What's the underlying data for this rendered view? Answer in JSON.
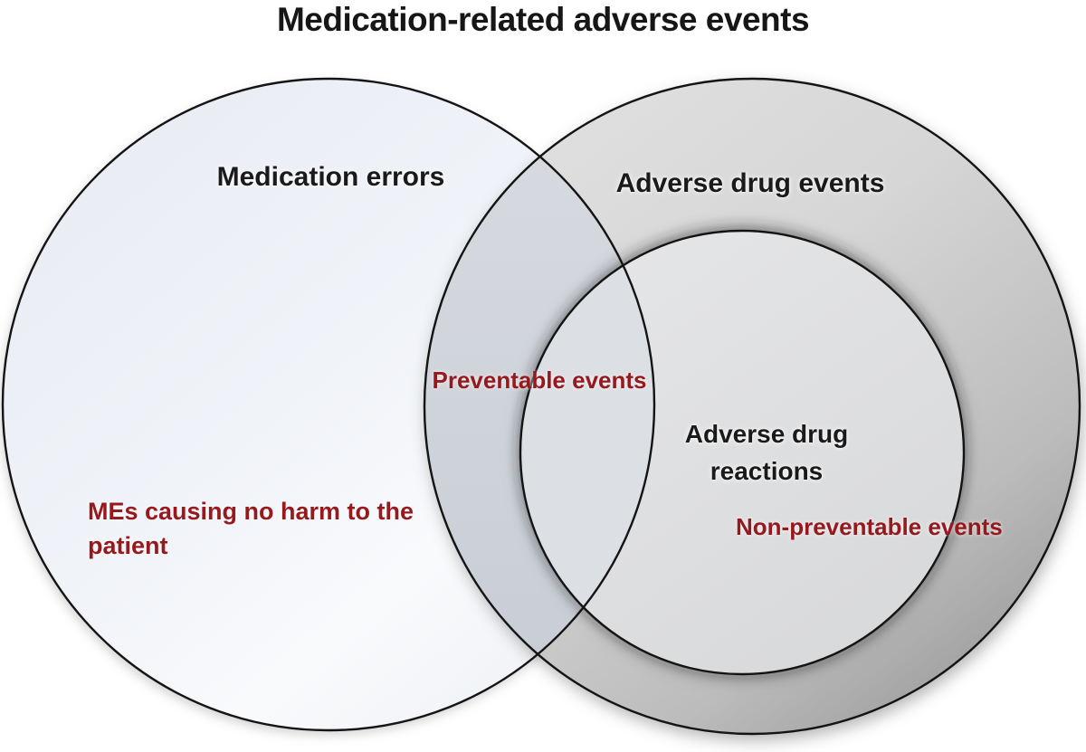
{
  "venn": {
    "title": "Medication-related adverse events",
    "sets": [
      {
        "name": "medication-errors",
        "label": "Medication errors"
      },
      {
        "name": "adverse-drug-events",
        "label": "Adverse drug events"
      },
      {
        "name": "adverse-drug-reactions",
        "label": "Adverse drug reactions"
      }
    ],
    "annotations": [
      {
        "name": "preventable-events",
        "text": "Preventable events",
        "region": "Medication errors ∩ Adverse drug events"
      },
      {
        "name": "mes-causing-no-harm",
        "text": "MEs causing no harm to the patient",
        "region": "Medication errors only"
      },
      {
        "name": "non-preventable-events",
        "text": "Non-preventable events",
        "region": "Adverse drug reactions only"
      }
    ],
    "colors": {
      "annotation_red": "#96191d",
      "label_black": "#1a1a1a",
      "outline": "#141414",
      "left_circle_fill": "#eef1f6",
      "right_circle_fill_light": "#dcdcdc",
      "right_circle_fill_dark": "#9d9d9d",
      "inner_circle_fill": "#e0e1e3",
      "overlap_fill": "#cdd2da",
      "background": "#ffffff"
    }
  }
}
